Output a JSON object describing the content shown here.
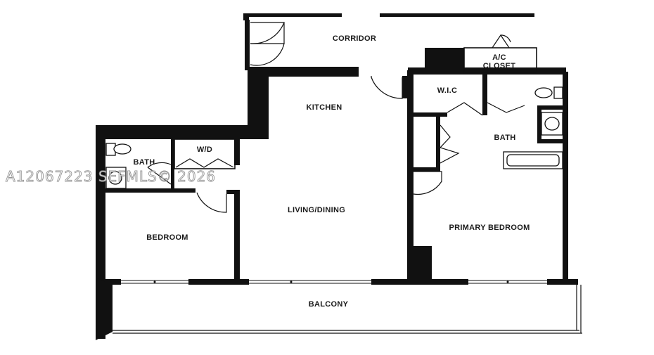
{
  "plan": {
    "rooms": {
      "corridor": "CORRIDOR",
      "ac_closet_line1": "A/C",
      "ac_closet_line2": "CLOSET",
      "kitchen": "KITCHEN",
      "wic": "W.I.C",
      "bath_primary": "BATH",
      "bath_secondary": "BATH",
      "wd": "W/D",
      "living_dining": "LIVING/DINING",
      "primary_bedroom": "PRIMARY BEDROOM",
      "bedroom": "BEDROOM",
      "balcony": "BALCONY"
    },
    "watermark": "A12067223 SEFMLS© 2026",
    "colors": {
      "wall": "#111111",
      "background": "#ffffff"
    }
  }
}
